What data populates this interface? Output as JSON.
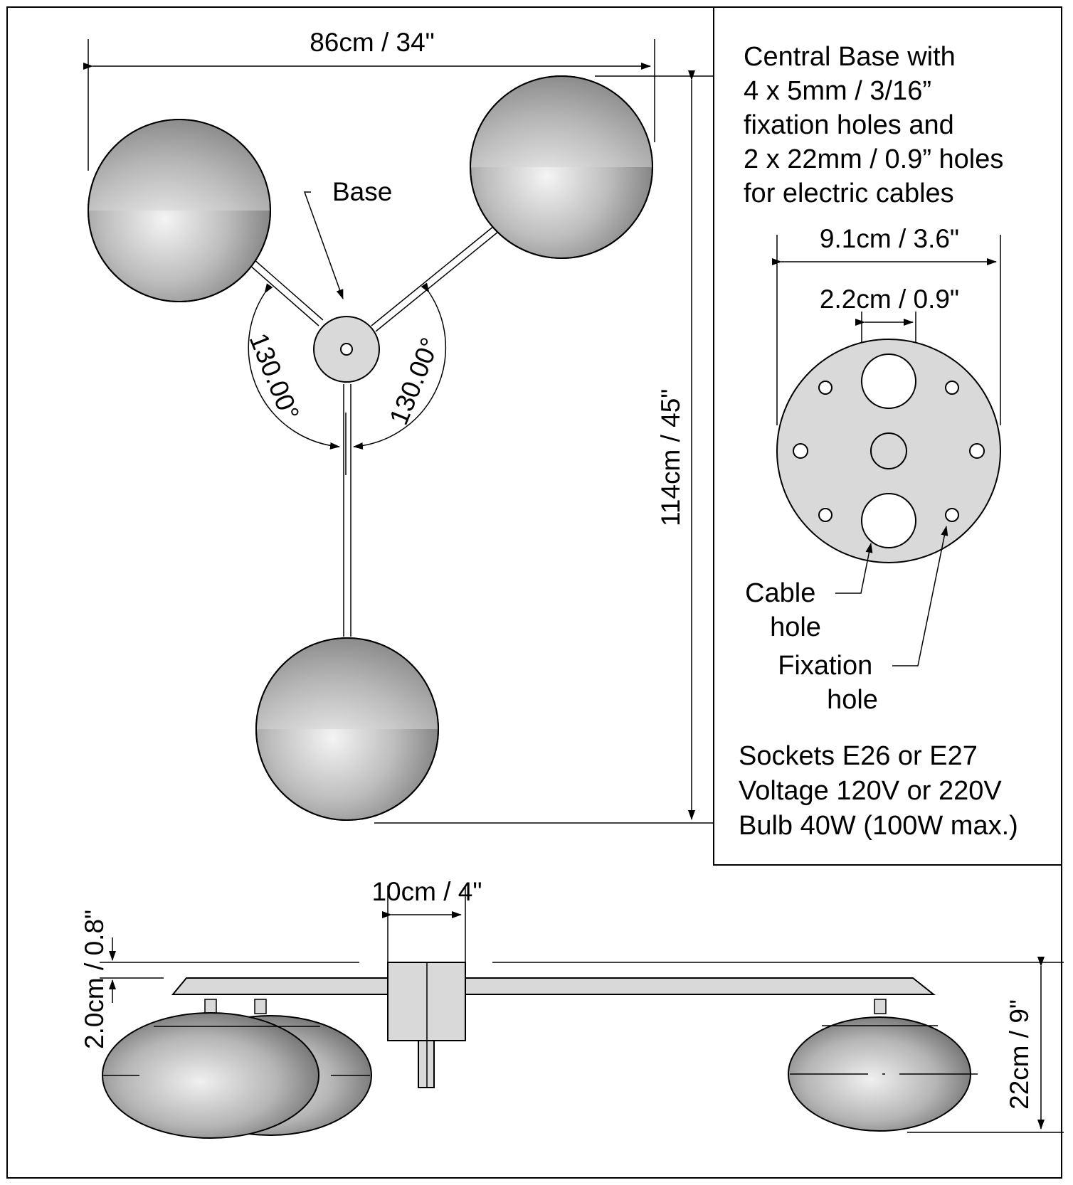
{
  "plan_view": {
    "width_dim": "86cm / 34\"",
    "height_dim": "114cm / 45\"",
    "base_label": "Base",
    "angle_left": "130.00°",
    "angle_right": "130.00°"
  },
  "base_detail": {
    "description_lines": [
      "Central Base with",
      "4 x 5mm / 3/16”",
      "fixation holes and",
      "2 x 22mm / 0.9” holes",
      "for electric cables"
    ],
    "diameter_dim": "9.1cm / 3.6\"",
    "hole_dim": "2.2cm / 0.9\"",
    "cable_hole_label": [
      "Cable",
      "hole"
    ],
    "fixation_hole_label": [
      "Fixation",
      "hole"
    ]
  },
  "specs": [
    "Sockets E26 or E27",
    "Voltage 120V or 220V",
    "Bulb 40W (100W max.)"
  ],
  "side_view": {
    "base_width_dim": "10cm / 4\"",
    "thickness_dim": "2.0cm / 0.8\"",
    "height_dim": "22cm / 9\""
  },
  "colors": {
    "line": "#000000",
    "fill_gray": "#d9d9d9",
    "globe_dark": "#8a8a8a",
    "globe_light": "#efefef"
  }
}
